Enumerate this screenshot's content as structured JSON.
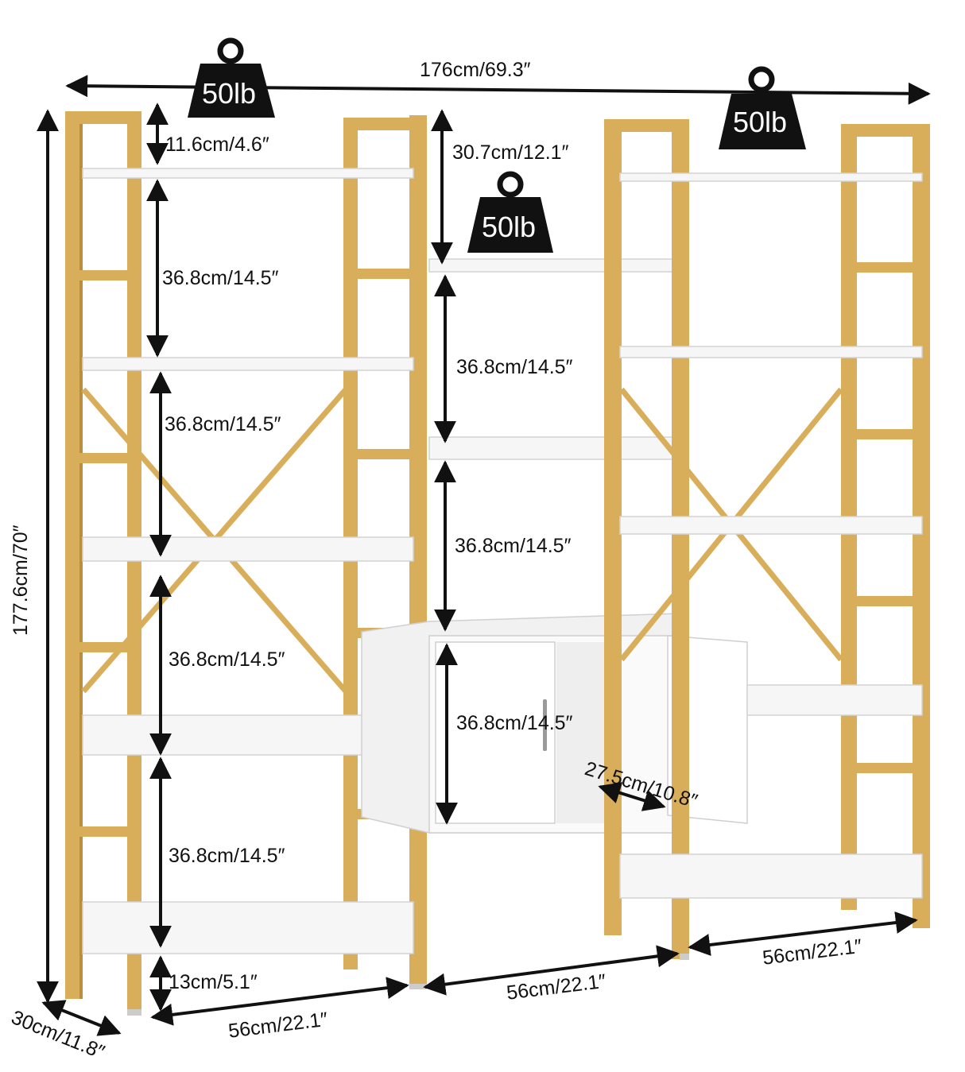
{
  "colors": {
    "frame": "#d8ae5a",
    "frame_shadow": "#b98f3e",
    "shelf": "#f6f6f6",
    "shelf_edge": "#d4d4d4",
    "ink": "#111111",
    "weight_badge": "#111111"
  },
  "icons": {
    "weight": "kettlebell-weight-icon"
  },
  "weights": {
    "left": "50lb",
    "middle": "50lb",
    "right": "50lb"
  },
  "dimensions": {
    "total_width": "176cm/69.3″",
    "total_height": "177.6cm/70″",
    "depth": "30cm/11.8″",
    "left": {
      "top_gap": "11.6cm/4.6″",
      "gap_1": "36.8cm/14.5″",
      "gap_2": "36.8cm/14.5″",
      "gap_3": "36.8cm/14.5″",
      "gap_4": "36.8cm/14.5″",
      "bottom_gap": "13cm/5.1″",
      "width": "56cm/22.1″"
    },
    "middle": {
      "top_gap": "30.7cm/12.1″",
      "gap_1": "36.8cm/14.5″",
      "gap_2": "36.8cm/14.5″",
      "cabinet_height": "36.8cm/14.5″",
      "cabinet_depth": "27.5cm/10.8″",
      "width": "56cm/22.1″"
    },
    "right": {
      "width": "56cm/22.1″"
    }
  }
}
